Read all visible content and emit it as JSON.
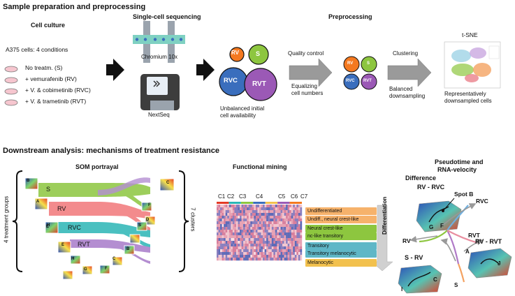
{
  "titles": {
    "top": "Sample preparation and preprocessing",
    "bottom": "Downstream analysis: mechanisms of treatment resistance"
  },
  "cell_culture": {
    "heading": "Cell culture",
    "lines": [
      "A375 cells: 4 conditions",
      "No treatm. (S)",
      "+ vemurafenib (RV)",
      "+ V. & cobimetinib (RVC)",
      "+ V. & trametinib (RVT)"
    ]
  },
  "sequencing": {
    "heading": "Single-cell sequencing",
    "device1": "Chromium 10x",
    "device2": "NextSeq"
  },
  "groups": {
    "S": "S",
    "RV": "RV",
    "RVC": "RVC",
    "RVT": "RVT",
    "colors": {
      "S": "#8dc63f",
      "RV": "#f47920",
      "RVC": "#3a6ebd",
      "RVT": "#9b59b6"
    },
    "caption": [
      "Unbalanced initial",
      "cell availability"
    ]
  },
  "preprocessing": {
    "heading": "Preprocessing",
    "step1": "Quality control",
    "step1_sub": [
      "Equalizing",
      "cell numbers"
    ],
    "step2": "Clustering",
    "step2_sub": [
      "Balanced",
      "downsampling"
    ]
  },
  "tsne": {
    "heading": "t-SNE",
    "caption": [
      "Representatively",
      "downsampled cells"
    ]
  },
  "som": {
    "heading": "SOM portrayal",
    "left_brace": "4 treatment groups",
    "right_brace": "7 clusters",
    "letters": [
      "B",
      "C",
      "A",
      "E",
      "F",
      "D",
      "H",
      "C",
      "E",
      "S",
      "B",
      "G",
      "H",
      "F"
    ]
  },
  "functional": {
    "heading": "Functional mining",
    "clusters": [
      "C1",
      "C2",
      "C3",
      "C4",
      "C5",
      "C6",
      "C7"
    ],
    "states": [
      {
        "label": "Undifferentiated",
        "color": "#f6b26b"
      },
      {
        "label": "Undiff., neural crest-like",
        "color": "#f6b26b"
      },
      {
        "label": "Neural crest-like",
        "color": "#8dc63f"
      },
      {
        "label": "nc-like transitory",
        "color": "#8dc63f"
      },
      {
        "label": "Transitory",
        "color": "#5fb7c7"
      },
      {
        "label": "Transitory melanocytic",
        "color": "#5fb7c7"
      },
      {
        "label": "Melanocytic",
        "color": "#f2c14e"
      }
    ],
    "arrow_label": "Differentiation"
  },
  "pseudotime": {
    "heading": [
      "Pseudotime and",
      "RNA-velocity"
    ],
    "difference": "Difference",
    "panel1": "RV - RVC",
    "spot": "Spot B",
    "panel2": "RV - RVT",
    "panel3": "S - RV",
    "branch_labels": [
      "RVC",
      "RVT",
      "RV",
      "S",
      "A",
      "G",
      "F",
      "C",
      "J",
      "I"
    ]
  }
}
